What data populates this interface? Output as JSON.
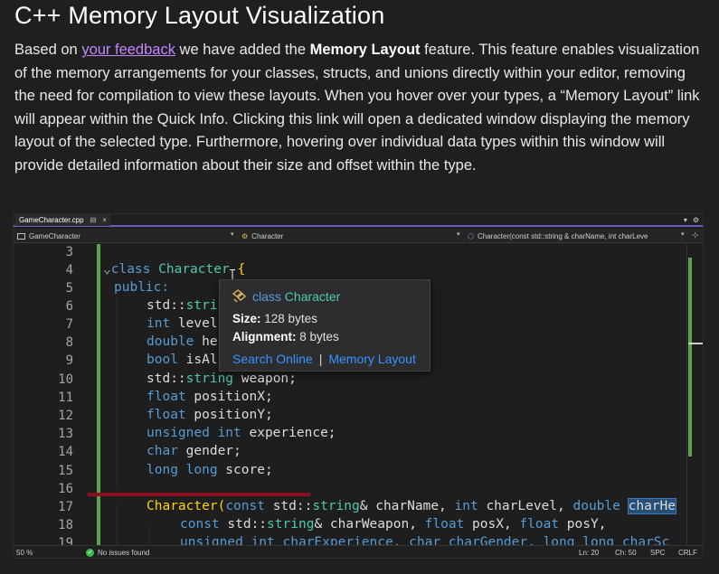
{
  "article": {
    "title": "C++ Memory Layout Visualization",
    "p_before_link": "Based on ",
    "link_text": "your feedback",
    "p_after_link": " we have added the ",
    "feature_name": "Memory Layout",
    "p_rest": " feature. This feature enables visualization of the memory arrangements for your classes, structs, and unions directly within your editor, removing the need for compilation to view these layouts. When you hover over your types, a “Memory Layout” link will appear within the Quick Info. Clicking this link will open a dedicated window displaying the memory layout of the selected type. Furthermore, hovering over individual data types within this window will provide detailed information about their size and offset within the type."
  },
  "ide": {
    "tab_label": "GameCharacter.cpp",
    "tab_pin": "⊟",
    "tab_close": "×",
    "tab_menu_1": "▾",
    "tab_menu_2": "⚙",
    "nav_scope": "GameCharacter",
    "nav_type": "Character",
    "nav_member": "Character(const std::string & charName, int charLeve",
    "nav_split": "⊹",
    "status": {
      "zoom": "50 %",
      "issues": "No issues found",
      "line": "Ln: 20",
      "col": "Ch: 50",
      "spc": "SPC",
      "eol": "CRLF"
    }
  },
  "code": {
    "line_numbers": [
      "3",
      "4",
      "5",
      "6",
      "7",
      "8",
      "9",
      "10",
      "11",
      "12",
      "13",
      "14",
      "15",
      "16",
      "17",
      "18",
      "19"
    ],
    "l5_public": "public:",
    "l6_ns": "std::",
    "l6_t": "stri",
    "l7_kw": "int",
    "l7_id": " level",
    "l8_kw": "double",
    "l8_id": " he",
    "l9_kw": "bool",
    "l9_id": " isAl",
    "l10_ns": "std::",
    "l10_t": "string",
    "l10_id": " weapon;",
    "l11_kw": "float",
    "l11_id": " positionX;",
    "l12_kw": "float",
    "l12_id": " positionY;",
    "l13_kw": "unsigned int",
    "l13_id": " experience;",
    "l14_kw": "char",
    "l14_id": " gender;",
    "l15_kw": "long long",
    "l15_id": " score;",
    "l17_fn": "Character(",
    "l17_const": "const",
    "l17_ns": " std::",
    "l17_t": "string",
    "l17_a": "& charName, ",
    "l17_int": "int",
    "l17_b": " charLevel, ",
    "l17_dbl": "double",
    "l17_sel": "charHe",
    "l18_const": "const",
    "l18_ns": " std::",
    "l18_t": "string",
    "l18_a": "& charWeapon, ",
    "l18_f1": "float",
    "l18_b": " posX, ",
    "l18_f2": "float",
    "l18_c": " posY,",
    "l19_text": "unsigned int charExperience, char charGender, long long charSc"
  },
  "quickinfo": {
    "kind": "class",
    "name": "Character",
    "size_label": "Size:",
    "size_value": "128 bytes",
    "align_label": "Alignment:",
    "align_value": "8 bytes",
    "search_link": "Search Online",
    "separator": "|",
    "memory_link": "Memory Layout"
  },
  "colors": {
    "accent_purple": "#6b5cc8",
    "change_green": "#57a64a",
    "link_blue": "#3794ff",
    "keyword_blue": "#569cd6",
    "type_teal": "#4ec9b0"
  }
}
